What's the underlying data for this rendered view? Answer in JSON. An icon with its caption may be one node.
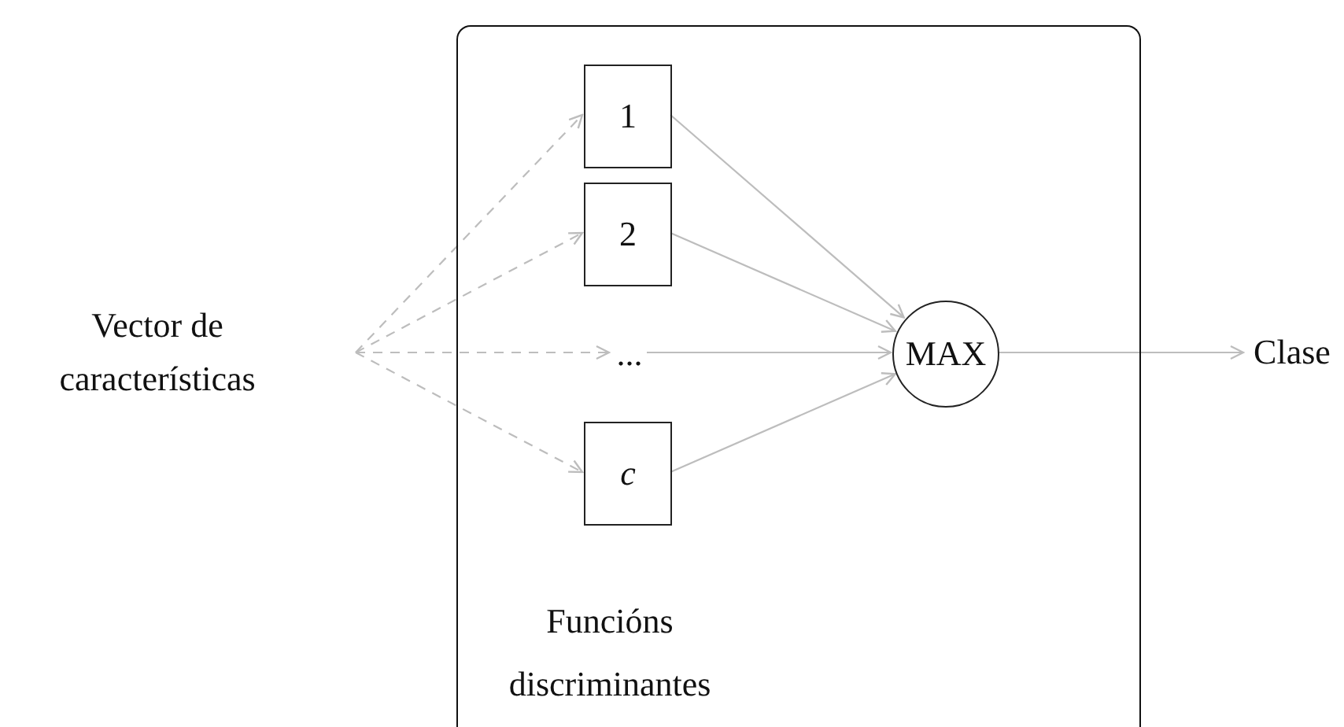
{
  "diagram": {
    "nodes": [
      {
        "text": [
          "Funcións discriminantes"
        ]
      },
      {
        "text": [
          "Vector de características"
        ]
      },
      {
        "text": [
          "1"
        ],
        "in": 0
      },
      {
        "text": [
          "2"
        ],
        "in": 0
      },
      {
        "text": [
          "..."
        ],
        "in": 0
      },
      {
        "text": [
          "c"
        ],
        "in": 0
      },
      {
        "text": [
          "MAX"
        ],
        "in": 0
      },
      {
        "text": [
          "Clase"
        ]
      }
    ],
    "edges": [
      {
        "from": 1,
        "to": 2,
        "arrow": "to",
        "style": "dashed"
      },
      {
        "from": 1,
        "to": 3,
        "arrow": "to",
        "style": "dashed"
      },
      {
        "from": 1,
        "to": 4,
        "arrow": "to",
        "style": "dashed"
      },
      {
        "from": 1,
        "to": 5,
        "arrow": "to",
        "style": "dashed"
      },
      {
        "from": 2,
        "to": 6,
        "arrow": "to"
      },
      {
        "from": 3,
        "to": 6,
        "arrow": "to"
      },
      {
        "from": 4,
        "to": 6,
        "arrow": "to"
      },
      {
        "from": 5,
        "to": 6,
        "arrow": "to"
      },
      {
        "from": 6,
        "to": 7,
        "arrow": "to"
      }
    ]
  }
}
